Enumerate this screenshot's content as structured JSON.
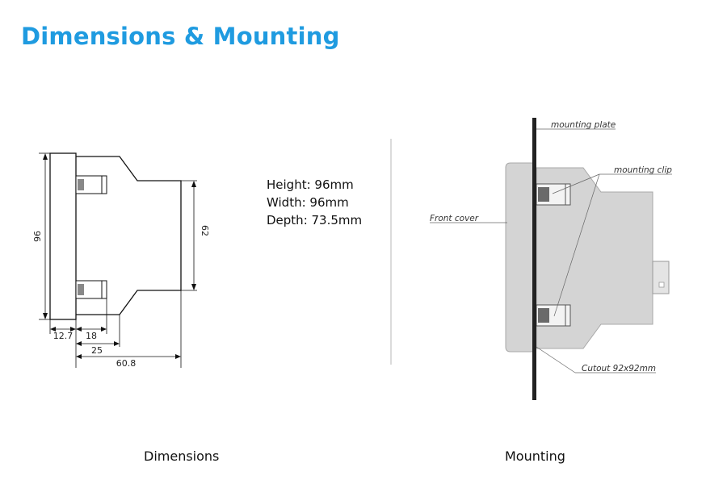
{
  "title": "Dimensions & Mounting",
  "specs": {
    "height": "Height: 96mm",
    "width": "Width: 96mm",
    "depth": "Depth: 73.5mm"
  },
  "dimensions_drawing": {
    "height": "96",
    "body_height": "62",
    "front_depth": "12.7",
    "clip_offset": "18",
    "clip_depth": "25",
    "total_depth": "60.8"
  },
  "mounting_drawing": {
    "mounting_plate": "mounting plate",
    "mounting_clip": "mounting clip",
    "front_cover": "Front cover",
    "cutout": "Cutout 92x92mm"
  },
  "captions": {
    "dimensions": "Dimensions",
    "mounting": "Mounting"
  }
}
